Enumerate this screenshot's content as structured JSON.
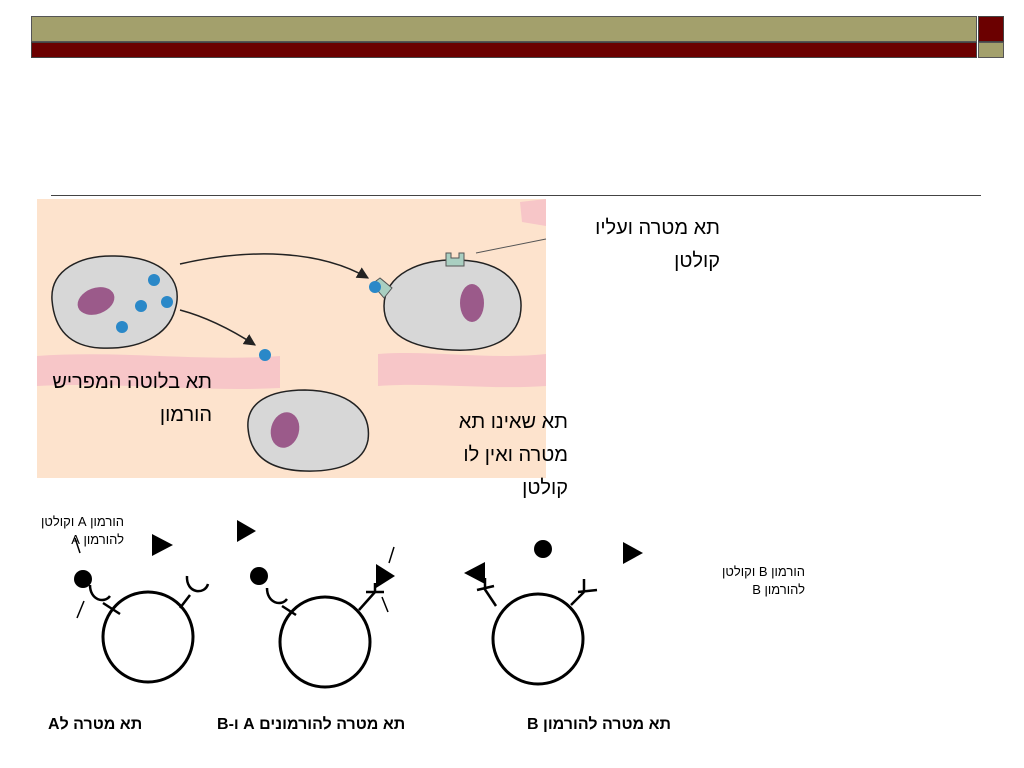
{
  "colors": {
    "olive": "#a3a06c",
    "maroon": "#6b0000",
    "panel_bg": "#fde3cd",
    "pink_band": "#f7c6c8",
    "cell_fill": "#d7d7d7",
    "nucleus": "#9b5a8a",
    "hormone_blue": "#2a88c8",
    "receptor": "#a9cfc1"
  },
  "top_diagram": {
    "label_target_with_receptor": "תא מטרה ועליו קולטן",
    "label_gland_cell": "תא בלוטה המפריש הורמון",
    "label_non_target": "תא שאינו תא מטרה ואין לו קולטן"
  },
  "bottom_diagram": {
    "legend_a": "הורמון A וקולטן להורמון A",
    "legend_b": "הורמון B וקולטן להורמון B",
    "caption_left": "תא מטרה לA",
    "caption_middle": "תא מטרה להורמונים A ו-B",
    "caption_right": "תא מטרה להורמון B"
  },
  "icons": [
    "hormone-a-circle",
    "hormone-b-triangle",
    "receptor-a-cup",
    "receptor-b-fork"
  ]
}
